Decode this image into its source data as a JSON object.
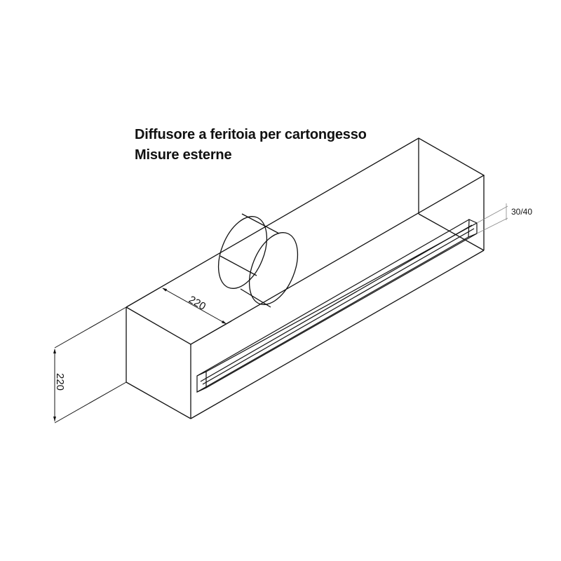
{
  "title": {
    "line1": "Diffusore a feritoia per cartongesso",
    "line2": "Misure esterne"
  },
  "dimensions": {
    "height": "220",
    "width": "220",
    "slot": "30/40"
  },
  "colors": {
    "line": "#111111",
    "leader": "#8a8a8a",
    "background": "#ffffff"
  }
}
